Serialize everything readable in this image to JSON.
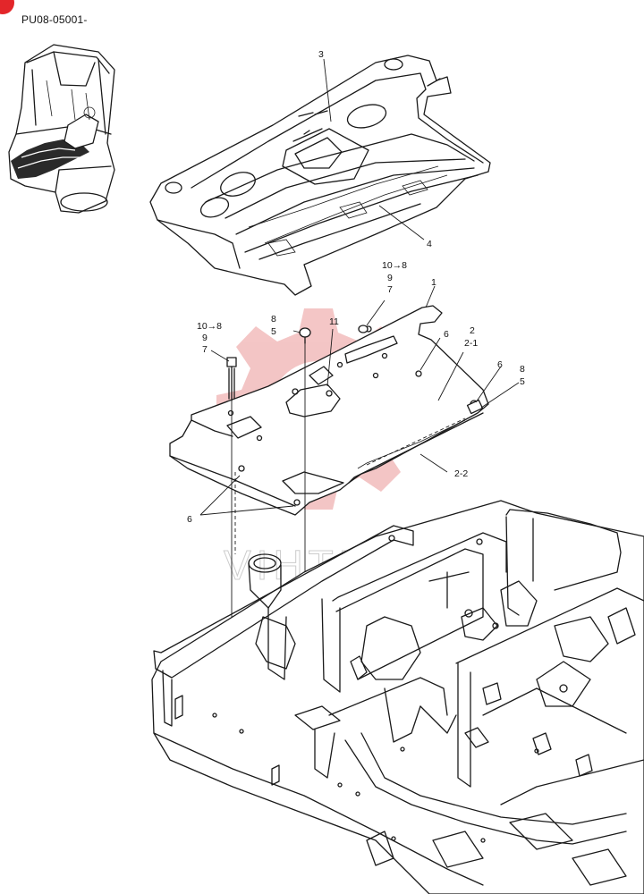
{
  "header": {
    "serial_range": "PU08-05001-"
  },
  "watermark": {
    "text": "VIHTEK",
    "color": "#f0b9b9"
  },
  "accent_color": "#e3262a",
  "callouts": {
    "c3": "3",
    "c4": "4",
    "c1": "1",
    "c2": "2",
    "c2_1": "2-1",
    "c2_2": "2-2",
    "c6a": "6",
    "c6b": "6",
    "c6c": "6",
    "c8a": "8",
    "c5a": "5",
    "c8b": "8",
    "c5b": "5",
    "c11": "11",
    "c10a": "10→8",
    "c9a": "9",
    "c7a": "7",
    "c10b": "10→8",
    "c9b": "9",
    "c7b": "7"
  }
}
